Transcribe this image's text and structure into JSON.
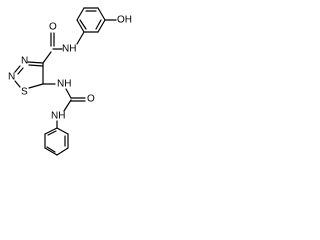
{
  "molecule": {
    "atoms": {
      "hydroxyl": "OH",
      "amide_nh": "NH",
      "carbonyl_o": "O",
      "ring_n3": "N",
      "ring_n2": "N",
      "ring_s": "S",
      "urea_nh_1": "NH",
      "urea_o": "O",
      "urea_nh_2": "NH"
    }
  }
}
